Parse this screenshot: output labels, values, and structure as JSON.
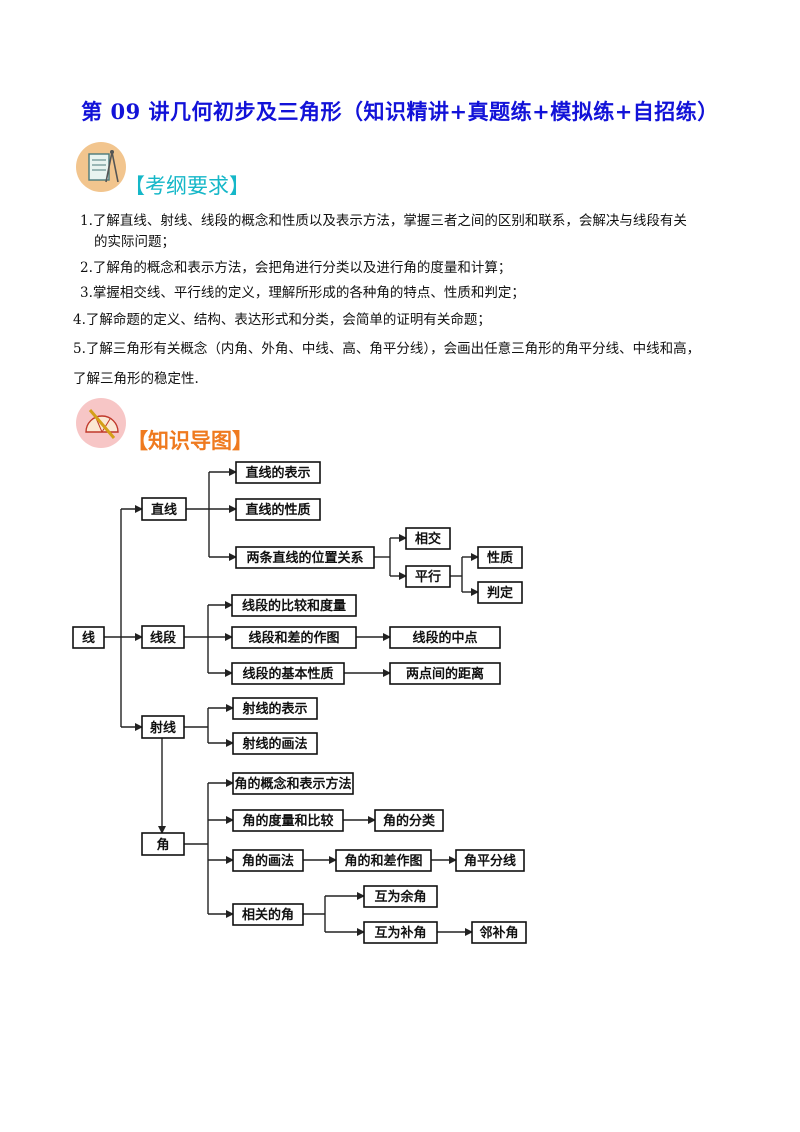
{
  "title": "第 09 讲几何初步及三角形（知识精讲+真题练+模拟练+自招练）",
  "section1": {
    "heading": "【考纲要求】",
    "icon": "compass-ruler-icon",
    "items": [
      "1.了解直线、射线、线段的概念和性质以及表示方法，掌握三者之间的区别和联系，会解决与线段有关",
      "的实际问题；",
      "2.了解角的概念和表示方法，会把角进行分类以及进行角的度量和计算；",
      "3.掌握相交线、平行线的定义，理解所形成的各种角的特点、性质和判定；",
      "4.了解命题的定义、结构、表达形式和分类，会简单的证明有关命题；",
      "5.了解三角形有关概念（内角、外角、中线、高、角平分线），会画出任意三角形的角平分线、中线和高，",
      "了解三角形的稳定性."
    ]
  },
  "section2": {
    "heading": "【知识导图】",
    "icon": "protractor-icon"
  },
  "map": {
    "xian": "线",
    "zhixian": "直线",
    "zx_biaoshi": "直线的表示",
    "zx_xingzhi": "直线的性质",
    "zx_weizhi": "两条直线的位置关系",
    "xiangjiao": "相交",
    "pingxing": "平行",
    "px_xingzhi": "性质",
    "px_panding": "判定",
    "xianduan": "线段",
    "xd_bijiao": "线段的比较和度量",
    "xd_hecha": "线段和差的作图",
    "xd_zhongdian": "线段的中点",
    "xd_jiben": "线段的基本性质",
    "xd_juli": "两点间的距离",
    "shexian": "射线",
    "sx_biaoshi": "射线的表示",
    "sx_huafa": "射线的画法",
    "jiao": "角",
    "j_gainian": "角的概念和表示方法",
    "j_duliang": "角的度量和比较",
    "j_fenlei": "角的分类",
    "j_huafa": "角的画法",
    "j_hecha": "角的和差作图",
    "j_pingfen": "角平分线",
    "j_xiangguan": "相关的角",
    "huyu": "互为余角",
    "hubu": "互为补角",
    "linbu": "邻补角"
  }
}
